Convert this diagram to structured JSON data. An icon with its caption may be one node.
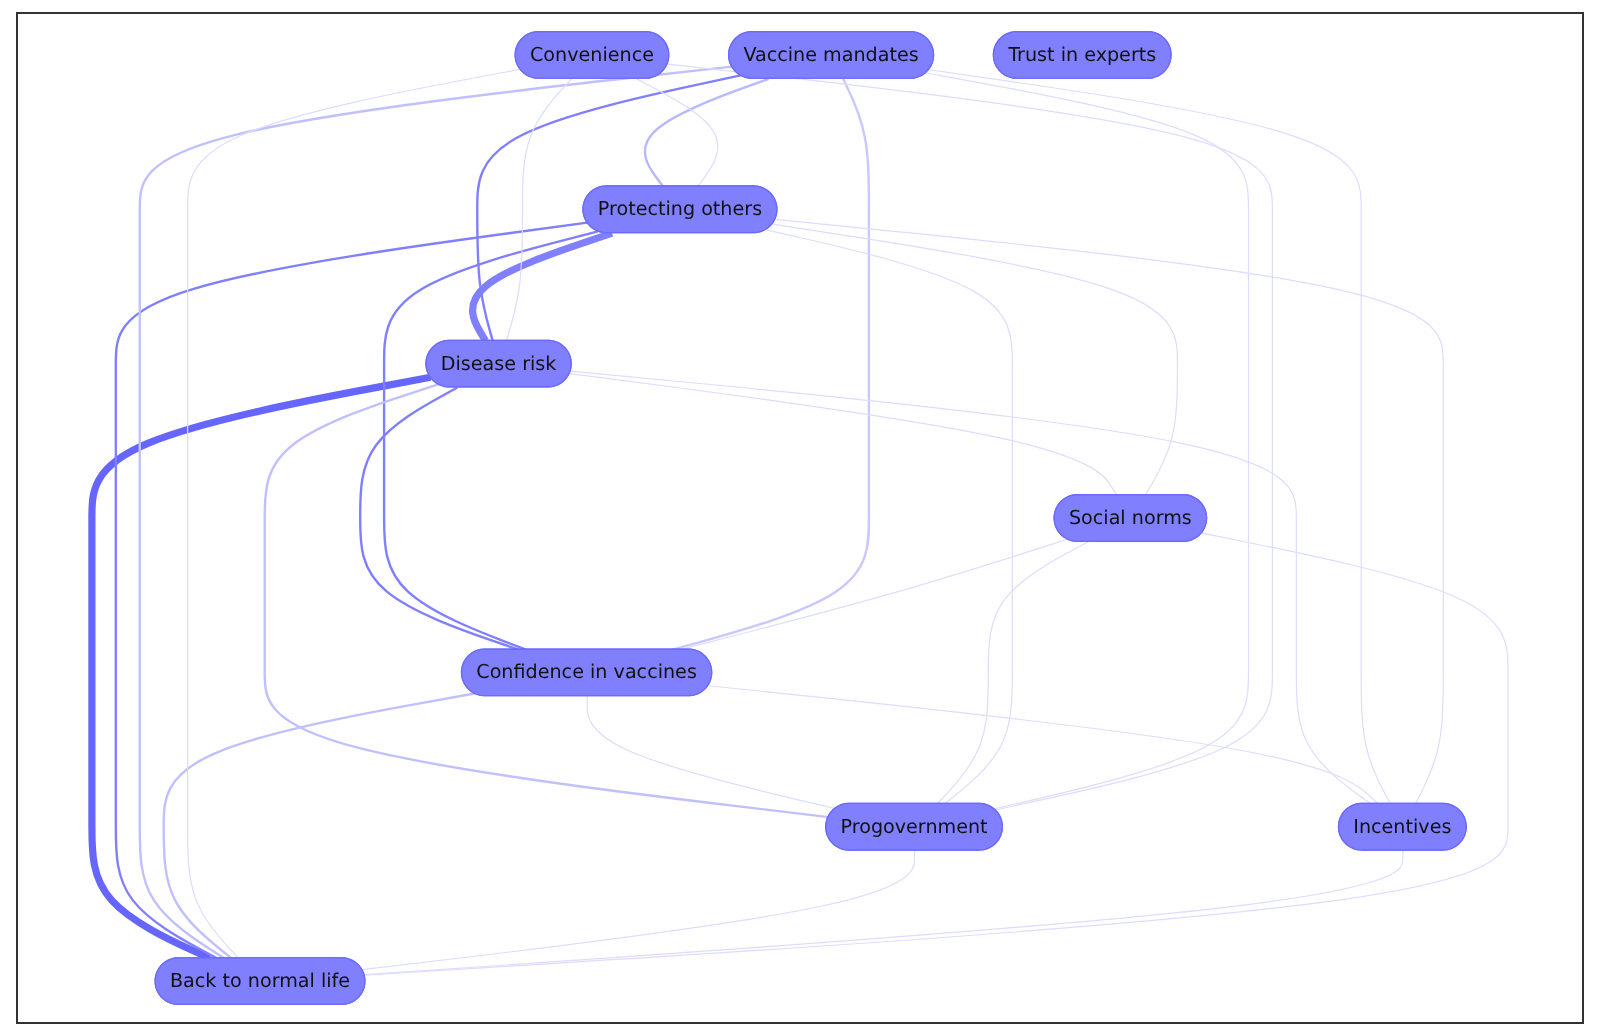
{
  "diagram": {
    "nodes": [
      {
        "text": [
          "Vaccine mandates"
        ]
      },
      {
        "text": [
          "Convenience"
        ]
      },
      {
        "text": [
          "Protecting others"
        ]
      },
      {
        "text": [
          "Disease risk"
        ]
      },
      {
        "text": [
          "Social norms"
        ]
      },
      {
        "text": [
          "Confidence in vaccines"
        ]
      },
      {
        "text": [
          "Progovernment"
        ]
      },
      {
        "text": [
          "Incentives"
        ]
      },
      {
        "text": [
          "Trust in experts"
        ]
      },
      {
        "text": [
          "Back to normal life"
        ]
      }
    ],
    "edges": [
      {
        "from": 2,
        "to": 3,
        "arrow": "none",
        "style": "thick",
        "color": "#7f7fff"
      },
      {
        "from": 3,
        "to": 9,
        "arrow": "none",
        "style": "thick",
        "color": "#6666ff"
      },
      {
        "from": 3,
        "to": 5,
        "arrow": "none",
        "color": "#7f7fff"
      },
      {
        "from": 0,
        "to": 3,
        "arrow": "none",
        "color": "#8080ff"
      },
      {
        "from": 2,
        "to": 5,
        "arrow": "none",
        "color": "#8080ff"
      },
      {
        "from": 2,
        "to": 9,
        "arrow": "none",
        "color": "#8080ff"
      },
      {
        "from": 0,
        "to": 2,
        "arrow": "none",
        "color": "#b8b8ff"
      },
      {
        "from": 0,
        "to": 9,
        "arrow": "none",
        "color": "#c0c0ff"
      },
      {
        "from": 0,
        "to": 5,
        "arrow": "none",
        "color": "#c8c8ff"
      },
      {
        "from": 3,
        "to": 6,
        "arrow": "none",
        "color": "#c0c0ff"
      },
      {
        "from": 5,
        "to": 9,
        "arrow": "none",
        "color": "#c0c0ff"
      },
      {
        "from": 3,
        "to": 4,
        "arrow": "none"
      },
      {
        "from": 5,
        "to": 6,
        "arrow": "none"
      },
      {
        "from": 4,
        "to": 6,
        "arrow": "none"
      },
      {
        "from": 2,
        "to": 4,
        "arrow": "none"
      },
      {
        "from": 2,
        "to": 6,
        "arrow": "none"
      },
      {
        "from": 1,
        "to": 3,
        "arrow": "none"
      },
      {
        "from": 1,
        "to": 2,
        "arrow": "none"
      },
      {
        "from": 1,
        "to": 9,
        "arrow": "none"
      },
      {
        "from": 3,
        "to": 7,
        "arrow": "none"
      },
      {
        "from": 5,
        "to": 7,
        "arrow": "none"
      },
      {
        "from": 4,
        "to": 5,
        "arrow": "none"
      },
      {
        "from": 6,
        "to": 9,
        "arrow": "none"
      },
      {
        "from": 0,
        "to": 7,
        "arrow": "none"
      },
      {
        "from": 7,
        "to": 9,
        "arrow": "none"
      },
      {
        "from": 2,
        "to": 7,
        "arrow": "none"
      },
      {
        "from": 0,
        "to": 6,
        "arrow": "none"
      },
      {
        "from": 1,
        "to": 6,
        "arrow": "none"
      },
      {
        "from": 4,
        "to": 9,
        "arrow": "none"
      }
    ]
  }
}
